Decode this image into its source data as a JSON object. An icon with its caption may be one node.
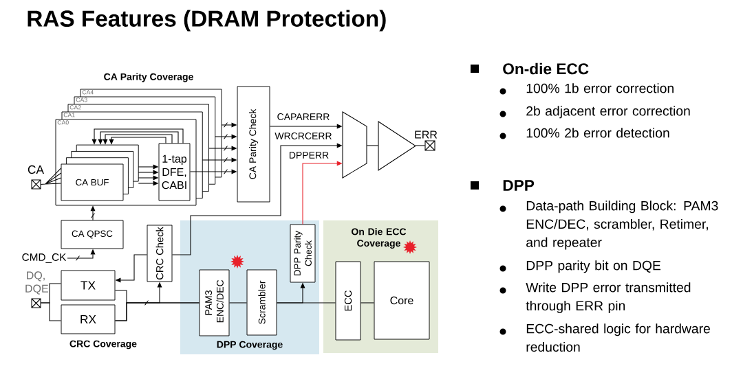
{
  "diagram": {
    "title": "RAS Features (DRAM Protection)",
    "nodes": [
      {
        "text": [
          "CA4",
          "CA3",
          "CA2",
          "CA1",
          "CA0"
        ]
      },
      {
        "text": [
          "CA BUF"
        ],
        "in": 0
      },
      {
        "text": [
          "1-tap DFE, CABI"
        ]
      },
      {
        "text": [],
        "shape": "box",
        "beside": [
          "CA"
        ]
      },
      {
        "text": [
          "CA Parity Check"
        ]
      },
      {
        "text": [
          "CA QPSC"
        ]
      },
      {
        "text": [
          "CMD_CK"
        ]
      },
      {
        "text": [],
        "shape": "box",
        "beside": [
          "DQ, DQE"
        ]
      },
      {
        "text": [
          "TX"
        ]
      },
      {
        "text": [
          "RX"
        ]
      },
      {
        "text": [
          "CRC Check"
        ]
      },
      {
        "text": [
          "DPP Coverage"
        ]
      },
      {
        "text": [
          "PAM3 ENC/DEC"
        ],
        "in": 11
      },
      {
        "text": [
          "Scrambler"
        ],
        "in": 11
      },
      {
        "text": [
          "DPP Parity Check"
        ],
        "in": 11
      },
      {
        "text": [
          "On Die ECC Coverage"
        ]
      },
      {
        "text": [
          "ECC"
        ],
        "in": 15
      },
      {
        "text": [
          "Core"
        ],
        "in": 15
      },
      {
        "text": [],
        "shape": "trapezoid"
      },
      {
        "text": [],
        "shape": "triangle"
      },
      {
        "text": [],
        "shape": "box",
        "beside": [
          "ERR"
        ]
      }
    ],
    "edges": [
      {
        "from": 3,
        "to": 1,
        "arrow": "none"
      },
      {
        "from": 1,
        "to": 2,
        "arrow": "to"
      },
      {
        "from": 1,
        "to": 2,
        "arrow": "to"
      },
      {
        "from": 1,
        "to": 2,
        "arrow": "to"
      },
      {
        "from": 1,
        "to": 2,
        "arrow": "to"
      },
      {
        "from": 2,
        "to": 1,
        "arrow": "to"
      },
      {
        "from": 2,
        "to": 1,
        "arrow": "to"
      },
      {
        "from": 2,
        "to": 1,
        "arrow": "to"
      },
      {
        "from": 2,
        "to": 1,
        "arrow": "to"
      },
      {
        "from": 0,
        "to": 4,
        "arrow": "to"
      },
      {
        "from": 0,
        "to": 4,
        "arrow": "to"
      },
      {
        "from": 0,
        "to": 4,
        "arrow": "to"
      },
      {
        "from": 0,
        "to": 4,
        "arrow": "to"
      },
      {
        "from": 2,
        "to": 4,
        "arrow": "to"
      },
      {
        "from": 5,
        "to": 0,
        "arrow": "to"
      },
      {
        "from": 6,
        "to": 5,
        "arrow": "to"
      },
      {
        "from": 4,
        "to": 18,
        "arrow": "to",
        "label": "CAPARERR"
      },
      {
        "from": 10,
        "to": 18,
        "arrow": "to",
        "label": "WRCRCERR"
      },
      {
        "from": 14,
        "to": 18,
        "arrow": "to",
        "label": "DPPERR",
        "color": "#e8202a"
      },
      {
        "from": 18,
        "to": 19,
        "arrow": "none"
      },
      {
        "from": 19,
        "to": 20,
        "arrow": "none"
      },
      {
        "from": 7,
        "to": 8,
        "arrow": "none"
      },
      {
        "from": 7,
        "to": 9,
        "arrow": "none"
      },
      {
        "from": 8,
        "to": 12,
        "arrow": "none"
      },
      {
        "from": 9,
        "to": 12,
        "arrow": "none"
      },
      {
        "from": 9,
        "to": 10,
        "arrow": "to"
      },
      {
        "from": 10,
        "to": 8,
        "arrow": "to"
      },
      {
        "from": 12,
        "to": 13,
        "arrow": "none"
      },
      {
        "from": 13,
        "to": 14,
        "arrow": "to"
      },
      {
        "from": 13,
        "to": 16,
        "arrow": "none"
      },
      {
        "from": 16,
        "to": 17,
        "arrow": "none"
      }
    ],
    "labels": [
      "CA Parity Coverage",
      "CRC Coverage",
      "On-die ECC",
      "100% 1b error correction",
      "2b adjacent error correction",
      "100% 2b error detection",
      "DPP",
      "Data-path Building Block: PAM3 ENC/DEC, scrambler, Retimer, and repeater",
      "DPP parity bit on DQE",
      "Write DPP error transmitted through ERR pin",
      "ECC-shared logic for hardware reduction"
    ]
  }
}
